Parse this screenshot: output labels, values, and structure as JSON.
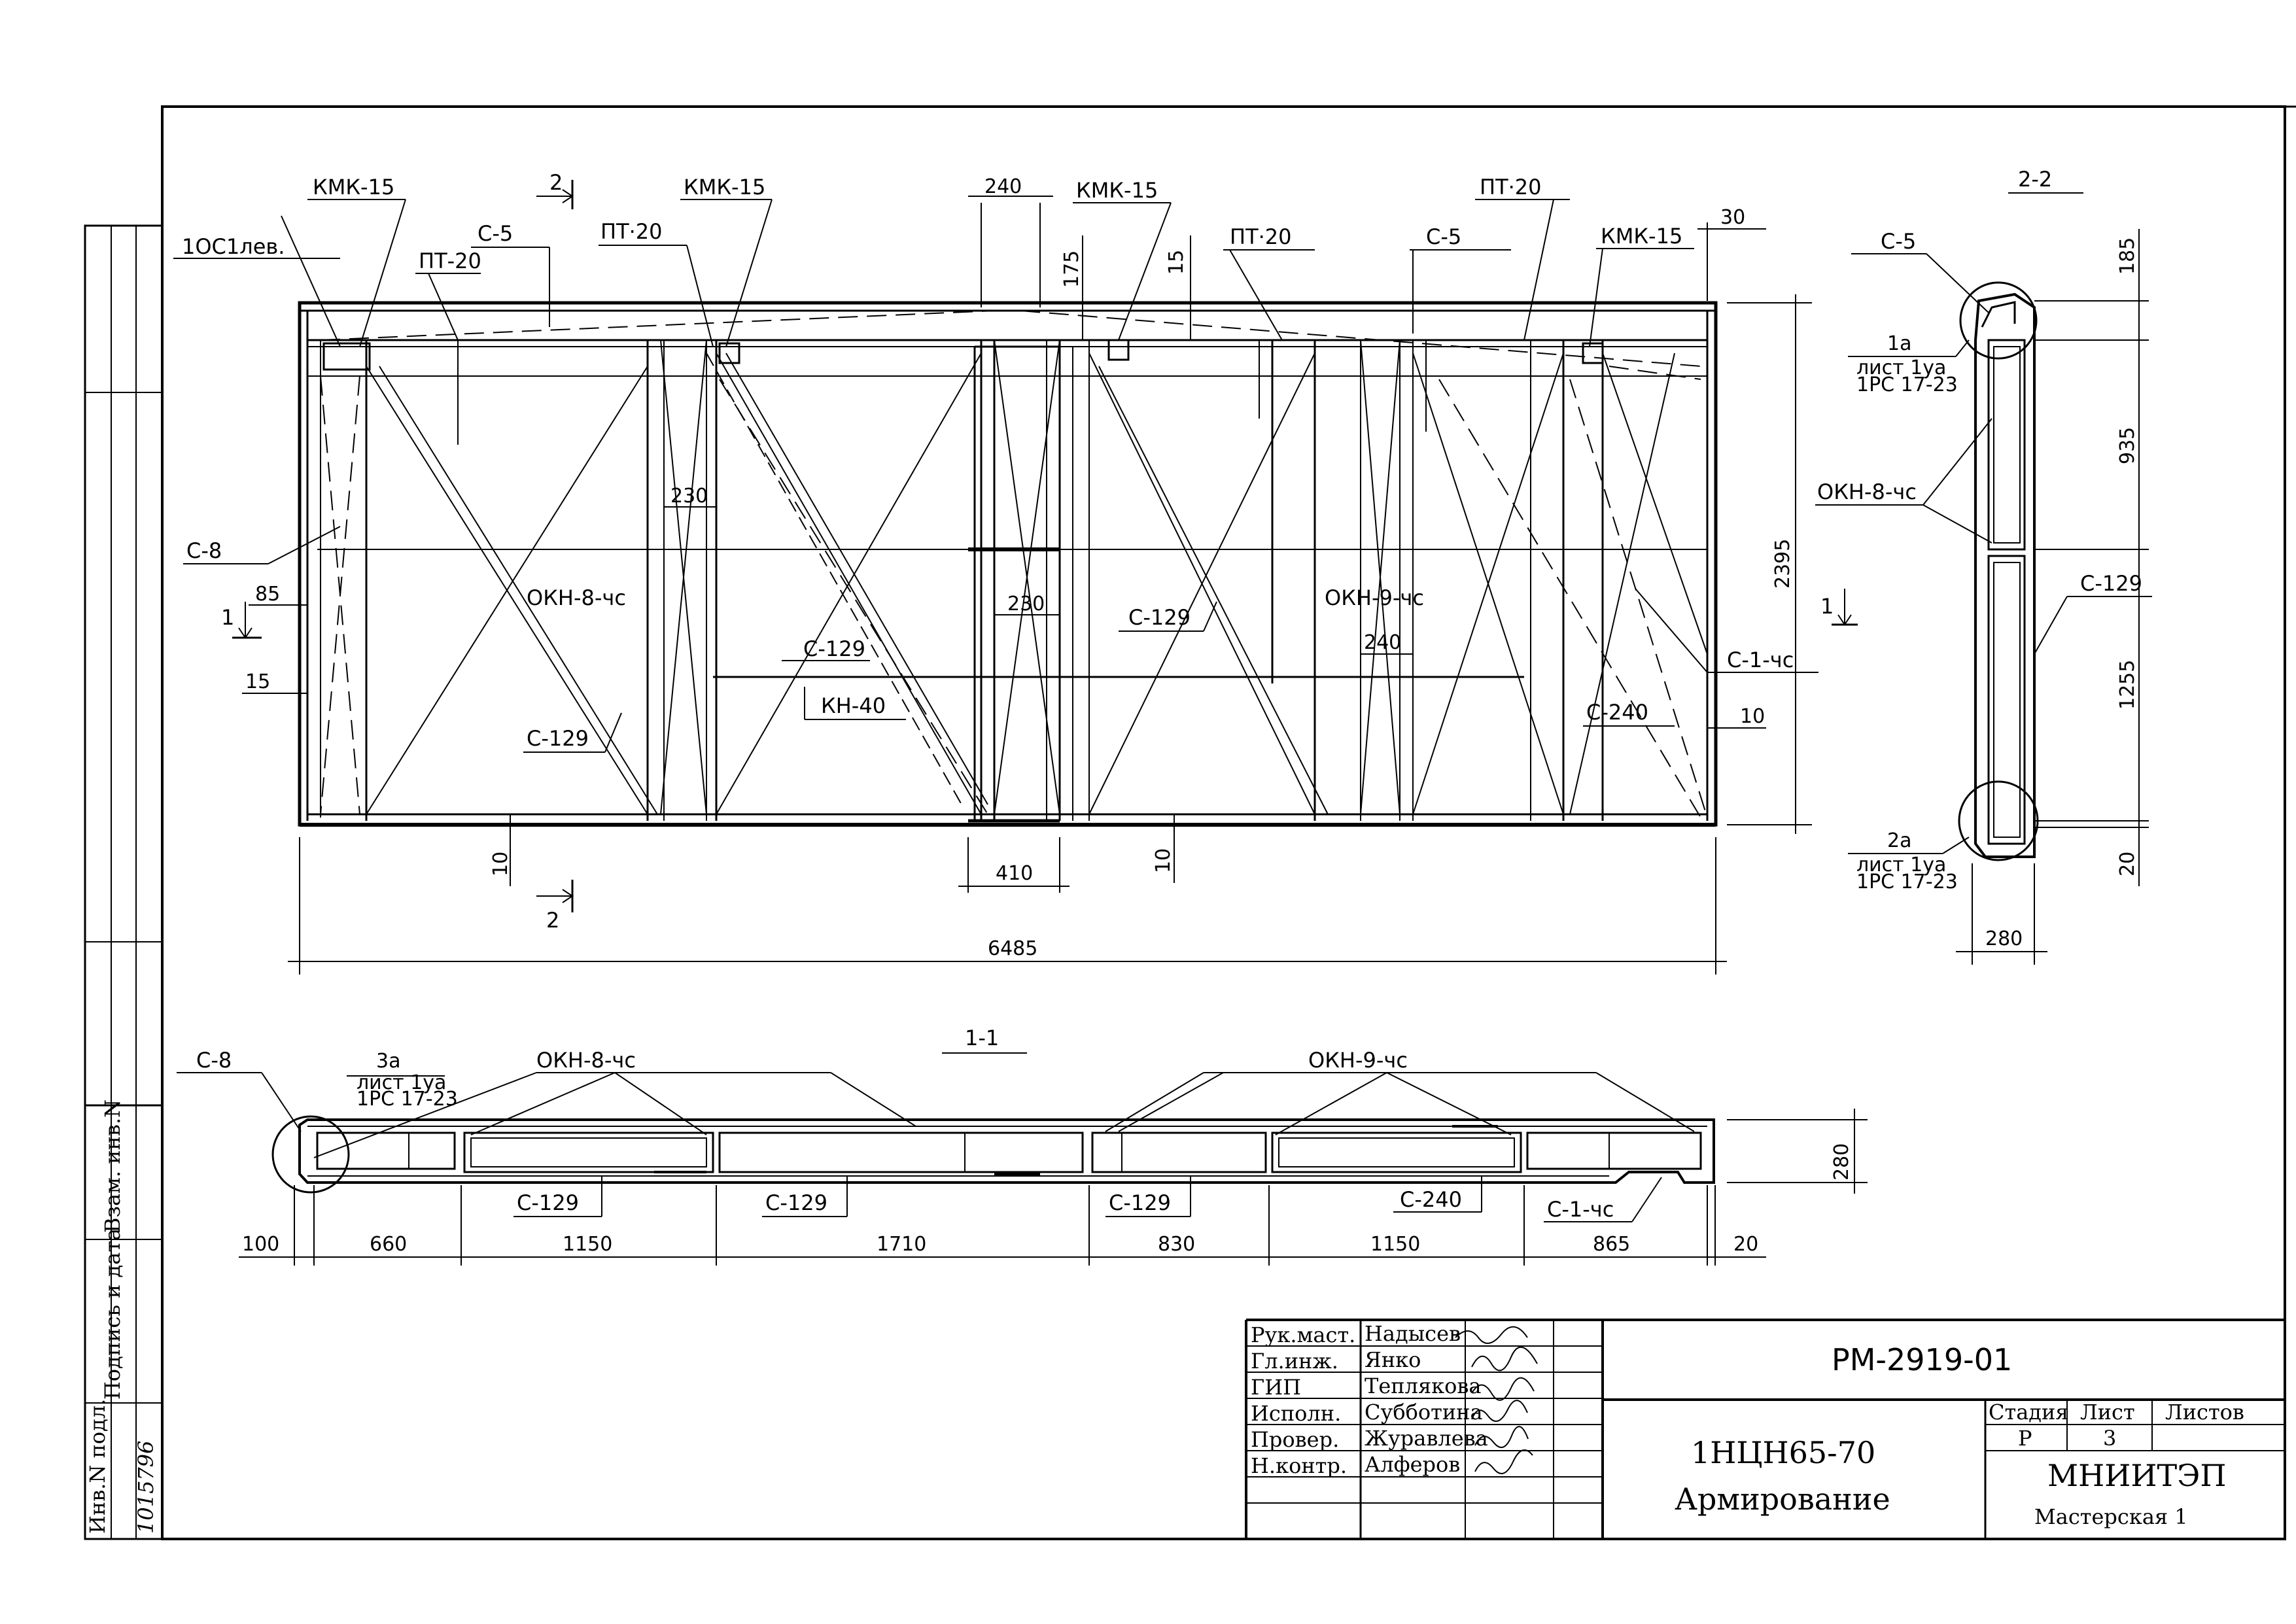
{
  "drawing": {
    "main_view": {
      "labels": {
        "kmk_left": "КМК-15",
        "kmk_mid": "КМК-15",
        "kmk_center": "КМК-15",
        "kmk_right": "КМК-15",
        "osl": "1ОС1лев.",
        "c5_left": "С-5",
        "c5_right": "С-5",
        "pt20_left": "ПТ-20",
        "pt20_mid": "ПТ·20",
        "pt20_center": "ПТ·20",
        "pt20_right": "ПТ·20",
        "c8": "С-8",
        "okn8": "ОКН-8-чс",
        "okn9": "ОКН-9-чс",
        "c129_a": "С-129",
        "c129_b": "С-129",
        "c129_c": "С-129",
        "kh40": "КН-40",
        "c1": "С-1-чс",
        "c240": "С-240",
        "section2_top": "2",
        "section2_bottom": "2",
        "section1_left": "1"
      },
      "dims": {
        "d240_top": "240",
        "d175": "175",
        "d15_top": "15",
        "d30": "30",
        "d230_a": "230",
        "d230_b": "230",
        "d240_mid": "240",
        "d85": "85",
        "d15_left": "15",
        "d10_right": "10",
        "d2395": "2395",
        "d10_a": "10",
        "d410": "410",
        "d10_b": "10",
        "d6485": "6485"
      }
    },
    "section_2_2": {
      "title": "2-2",
      "c5": "С-5",
      "note1a": "1а",
      "note1a_sheet": "лист 1уа",
      "note1a_ref": "1РС 17-23",
      "okn": "ОКН-8-чс",
      "c129": "С-129",
      "note2a": "2а",
      "note2a_sheet": "лист 1уа",
      "note2a_ref": "1РС 17-23",
      "section1_right": "1",
      "d185": "185",
      "d935": "935",
      "d1255": "1255",
      "d20": "20",
      "d280": "280"
    },
    "section_1_1": {
      "title": "1-1",
      "c8": "С-8",
      "note3a": "3а",
      "note3a_sheet": "лист 1уа",
      "note3a_ref": "1РС 17-23",
      "okn8": "ОКН-8-чс",
      "okn9": "ОКН-9-чс",
      "c129_a": "С-129",
      "c129_b": "С-129",
      "c129_c": "С-129",
      "c240": "С-240",
      "c1": "С-1-чс",
      "d280": "280",
      "d100": "100",
      "d660": "660",
      "d1150_a": "1150",
      "d1710": "1710",
      "d830": "830",
      "d1150_b": "1150",
      "d865": "865",
      "d20": "20"
    }
  },
  "title_block": {
    "code": "РМ-2919-01",
    "name_line1": "1НЦН65-70",
    "name_line2": "Армирование",
    "stage_header": "Стадия",
    "sheet_header": "Лист",
    "sheets_header": "Листов",
    "stage": "Р",
    "sheet": "3",
    "org": "МНИИТЭП",
    "dept": "Мастерская 1",
    "roles": [
      {
        "role": "Рук.маст.",
        "name": "Надысев"
      },
      {
        "role": "Гл.инж.",
        "name": "Янко"
      },
      {
        "role": "ГИП",
        "name": "Теплякова"
      },
      {
        "role": "Исполн.",
        "name": "Субботина"
      },
      {
        "role": "Провер.",
        "name": "Журавлева"
      },
      {
        "role": "Н.контр.",
        "name": "Алферов"
      }
    ]
  },
  "side_stamp": {
    "inv": "Инв.N подл.",
    "sign": "Подпись и дата",
    "vzam": "Взам. инв.N",
    "number": "1015796"
  }
}
